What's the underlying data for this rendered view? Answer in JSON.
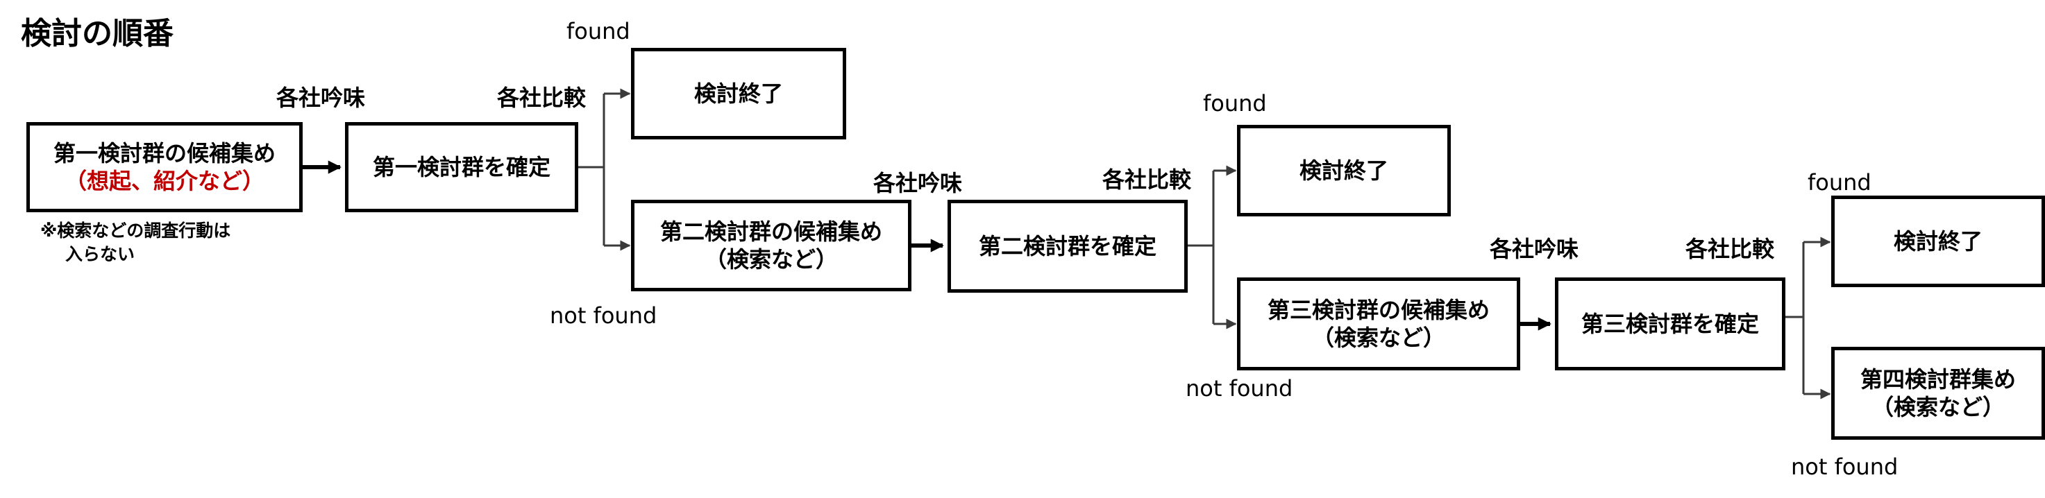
{
  "title": "検討の順番",
  "boxes": {
    "g1_collect_line1": "第一検討群の候補集め",
    "g1_collect_line2": "（想起、紹介など）",
    "g1_confirm": "第一検討群を確定",
    "end1": "検討終了",
    "g2_collect_line1": "第二検討群の候補集め",
    "g2_collect_line2": "（検索など）",
    "g2_confirm": "第二検討群を確定",
    "end2": "検討終了",
    "g3_collect_line1": "第三検討群の候補集め",
    "g3_collect_line2": "（検索など）",
    "g3_confirm": "第三検討群を確定",
    "end3": "検討終了",
    "g4_line1": "第四検討群集め",
    "g4_line2": "（検索など）"
  },
  "labels": {
    "review": "各社吟味",
    "compare": "各社比較",
    "found": "found",
    "not_found": "not found"
  },
  "note": {
    "line1": "※検索などの調査行動は",
    "line2": "入らない"
  },
  "colors": {
    "emphasis": "#c00000",
    "connector": "#3a3a3a"
  }
}
